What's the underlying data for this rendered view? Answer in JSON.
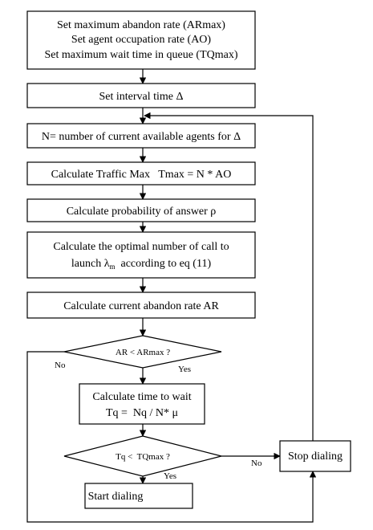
{
  "flowchart": {
    "box1": {
      "line1": "Set maximum abandon rate (ARmax)",
      "line2": "Set agent occupation rate (AO)",
      "line3": "Set maximum wait time in queue (TQmax)"
    },
    "box2": "Set interval time Δ",
    "box3": "N= number of current available agents for Δ",
    "box4": "Calculate Traffic Max   Tmax = N * AO",
    "box5": "Calculate probability of answer ρ",
    "box6": {
      "line1": "Calculate the optimal number of call to",
      "line2_pre": "launch λ",
      "line2_sub": "m",
      "line2_post": "  according to eq (11)"
    },
    "box7": "Calculate current abandon rate AR",
    "decision1": {
      "text": "AR < ARmax ?",
      "no": "No",
      "yes": "Yes"
    },
    "box8": {
      "line1": "Calculate time to wait",
      "line2": "Tq =  Nq / N* μ"
    },
    "decision2": {
      "text": "Tq <  TQmax ?",
      "no": "No",
      "yes": "Yes"
    },
    "stop_box": "Stop dialing",
    "start_box": "Start dialing"
  }
}
